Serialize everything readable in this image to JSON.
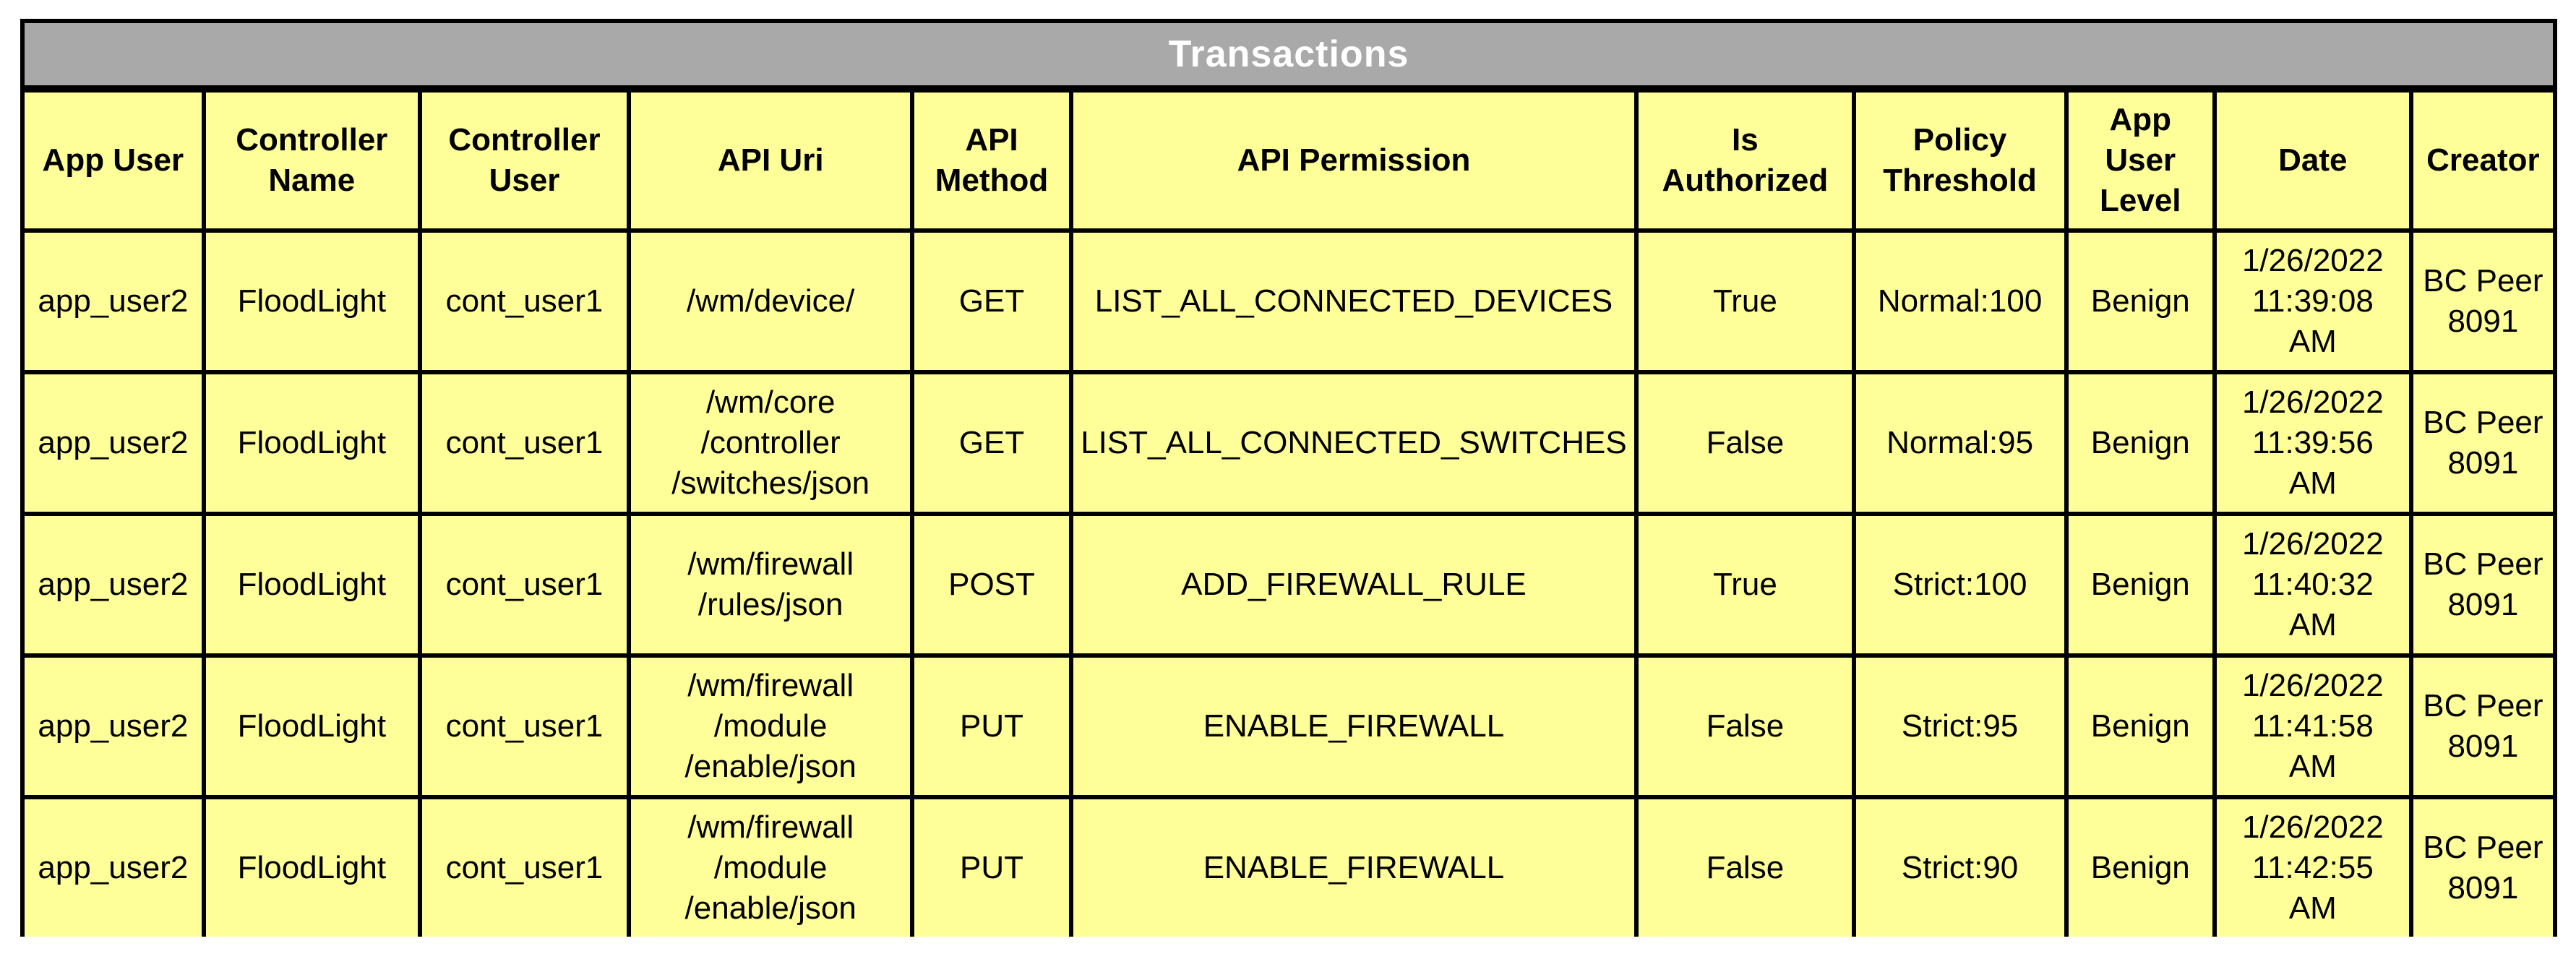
{
  "table": {
    "title": "Transactions",
    "columns": [
      "App User",
      "Controller\nName",
      "Controller\nUser",
      "API Uri",
      "API\nMethod",
      "API Permission",
      "Is\nAuthorized",
      "Policy\nThreshold",
      "App\nUser\nLevel",
      "Date",
      "Creator"
    ],
    "rows": [
      [
        "app_user2",
        "FloodLight",
        "cont_user1",
        "/wm/device/",
        "GET",
        "LIST_ALL_CONNECTED_DEVICES",
        "True",
        "Normal:100",
        "Benign",
        "1/26/2022\n11:39:08\nAM",
        "BC Peer\n8091"
      ],
      [
        "app_user2",
        "FloodLight",
        "cont_user1",
        "/wm/core\n/controller\n/switches/json",
        "GET",
        "LIST_ALL_CONNECTED_SWITCHES",
        "False",
        "Normal:95",
        "Benign",
        "1/26/2022\n11:39:56\nAM",
        "BC Peer\n8091"
      ],
      [
        "app_user2",
        "FloodLight",
        "cont_user1",
        "/wm/firewall\n/rules/json",
        "POST",
        "ADD_FIREWALL_RULE",
        "True",
        "Strict:100",
        "Benign",
        "1/26/2022\n11:40:32\nAM",
        "BC Peer\n8091"
      ],
      [
        "app_user2",
        "FloodLight",
        "cont_user1",
        "/wm/firewall\n/module\n/enable/json",
        "PUT",
        "ENABLE_FIREWALL",
        "False",
        "Strict:95",
        "Benign",
        "1/26/2022\n11:41:58\nAM",
        "BC Peer\n8091"
      ],
      [
        "app_user2",
        "FloodLight",
        "cont_user1",
        "/wm/firewall\n/module\n/enable/json",
        "PUT",
        "ENABLE_FIREWALL",
        "False",
        "Strict:90",
        "Benign",
        "1/26/2022\n11:42:55\nAM",
        "BC Peer\n8091"
      ]
    ]
  },
  "colors": {
    "title_bg": "#a9a9a9",
    "cell_bg": "#ffff99",
    "border": "#000000"
  }
}
